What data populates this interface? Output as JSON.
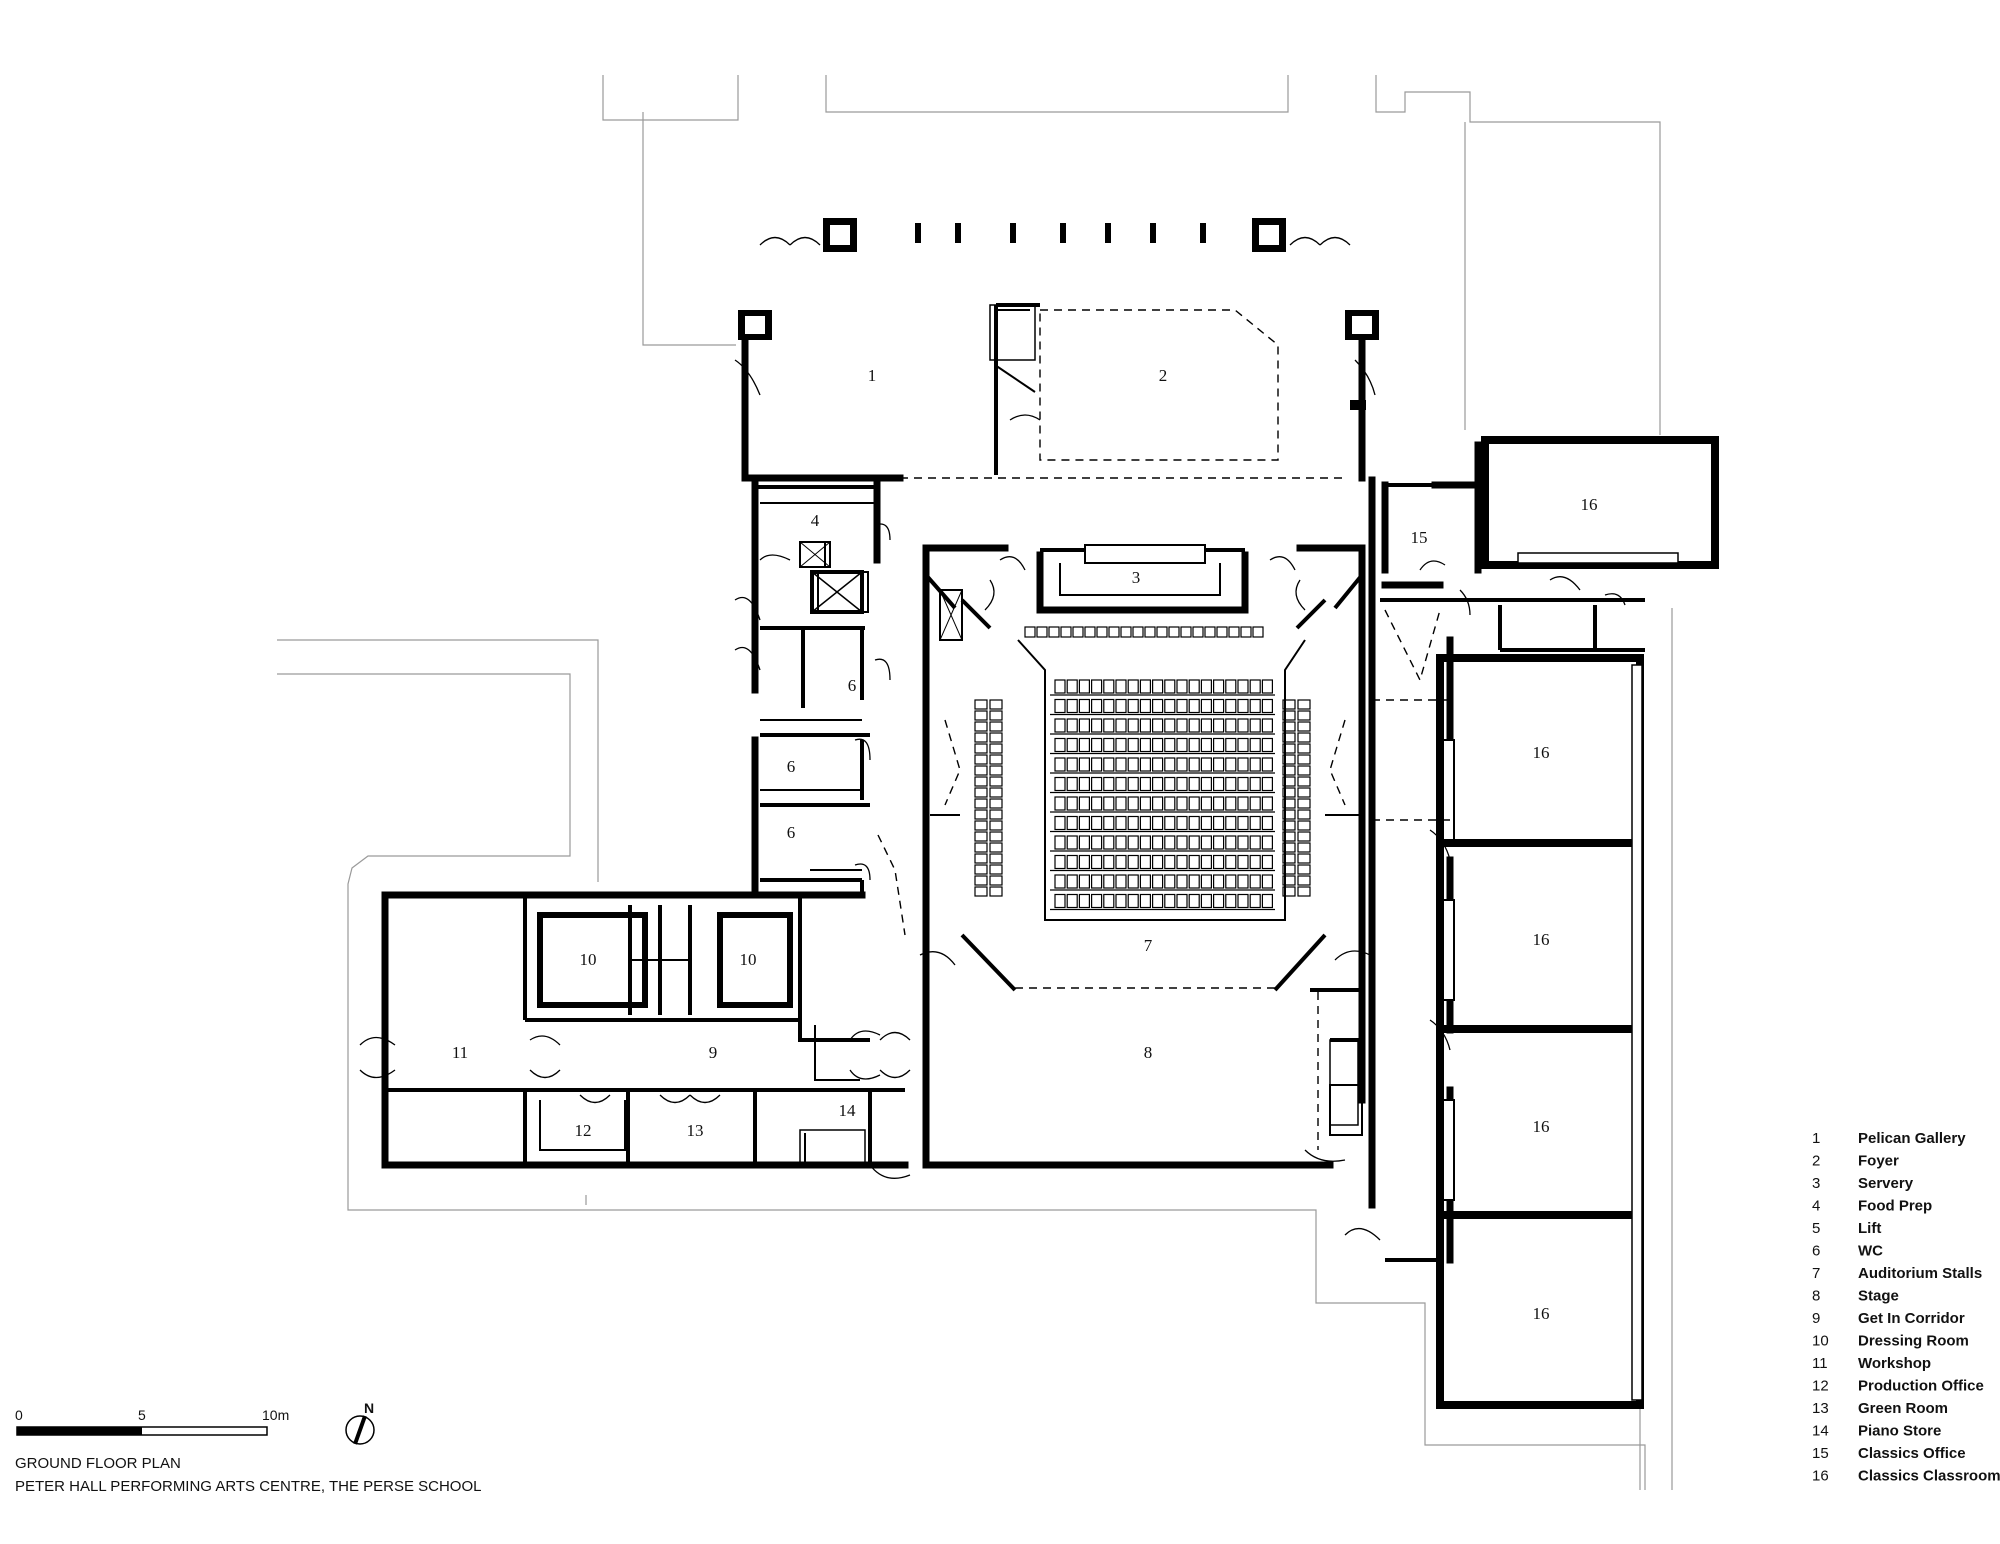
{
  "room_labels": {
    "r1": "1",
    "r2": "2",
    "r3": "3",
    "r4": "4",
    "r6a": "6",
    "r6b": "6",
    "r6c": "6",
    "r7": "7",
    "r8": "8",
    "r9": "9",
    "r10a": "10",
    "r10b": "10",
    "r11": "11",
    "r12": "12",
    "r13": "13",
    "r14": "14",
    "r15": "15",
    "r16a": "16",
    "r16b": "16",
    "r16c": "16",
    "r16d": "16",
    "r16e": "16"
  },
  "legend": [
    {
      "num": "1",
      "name": "Pelican Gallery"
    },
    {
      "num": "2",
      "name": "Foyer"
    },
    {
      "num": "3",
      "name": "Servery"
    },
    {
      "num": "4",
      "name": "Food Prep"
    },
    {
      "num": "5",
      "name": "Lift"
    },
    {
      "num": "6",
      "name": "WC"
    },
    {
      "num": "7",
      "name": "Auditorium Stalls"
    },
    {
      "num": "8",
      "name": "Stage"
    },
    {
      "num": "9",
      "name": "Get In Corridor"
    },
    {
      "num": "10",
      "name": "Dressing Room"
    },
    {
      "num": "11",
      "name": "Workshop"
    },
    {
      "num": "12",
      "name": "Production Office"
    },
    {
      "num": "13",
      "name": "Green Room"
    },
    {
      "num": "14",
      "name": "Piano Store"
    },
    {
      "num": "15",
      "name": "Classics Office"
    },
    {
      "num": "16",
      "name": "Classics Classroom"
    }
  ],
  "scale_bar": {
    "tick0": "0",
    "tick5": "5",
    "tick10": "10m"
  },
  "north_label": "N",
  "caption": {
    "line1": "GROUND FLOOR PLAN",
    "line2": "PETER HALL PERFORMING ARTS CENTRE, THE PERSE SCHOOL"
  }
}
